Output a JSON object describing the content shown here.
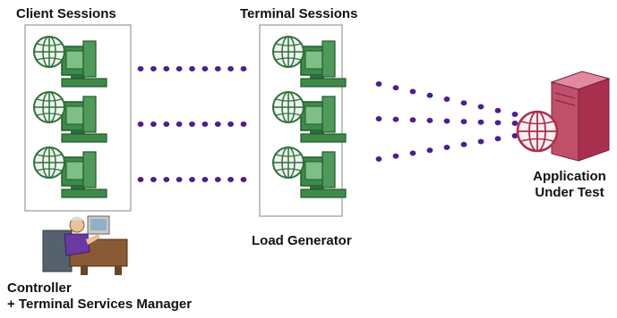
{
  "labels": {
    "client_sessions": "Client Sessions",
    "terminal_sessions": "Terminal Sessions",
    "load_generator": "Load Generator",
    "application_line1": "Application",
    "application_line2": "Under Test",
    "controller_line1": "Controller",
    "controller_line2": "+ Terminal Services Manager"
  },
  "colors": {
    "dots": "#4b1f8c",
    "computer_green": "#3f8a4a",
    "computer_dark": "#1e5a2a",
    "server_pink": "#c0506a",
    "server_dark": "#7a1f3a",
    "panel_border": "#9a9a9a"
  },
  "icons": {
    "workstation": "globe-computer-icon",
    "server": "server-icon",
    "person": "person-at-desk-icon"
  }
}
